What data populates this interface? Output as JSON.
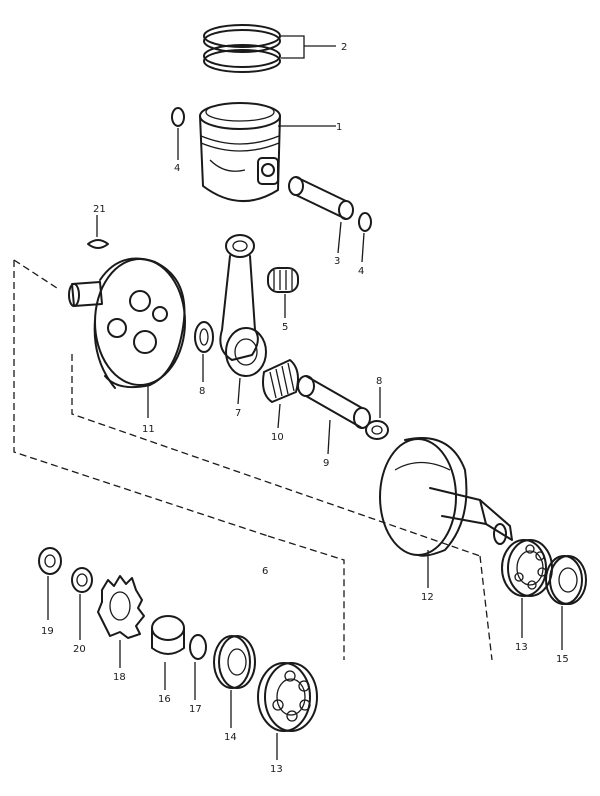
{
  "diagram": {
    "callouts": [
      {
        "id": "c1",
        "text": "1"
      },
      {
        "id": "c2",
        "text": "2"
      },
      {
        "id": "c3",
        "text": "3"
      },
      {
        "id": "c4a",
        "text": "4"
      },
      {
        "id": "c4b",
        "text": "4"
      },
      {
        "id": "c5",
        "text": "5"
      },
      {
        "id": "c6",
        "text": "6"
      },
      {
        "id": "c7",
        "text": "7"
      },
      {
        "id": "c8a",
        "text": "8"
      },
      {
        "id": "c8b",
        "text": "8"
      },
      {
        "id": "c9",
        "text": "9"
      },
      {
        "id": "c10",
        "text": "10"
      },
      {
        "id": "c11",
        "text": "11"
      },
      {
        "id": "c12",
        "text": "12"
      },
      {
        "id": "c13a",
        "text": "13"
      },
      {
        "id": "c13b",
        "text": "13"
      },
      {
        "id": "c14",
        "text": "14"
      },
      {
        "id": "c15",
        "text": "15"
      },
      {
        "id": "c16",
        "text": "16"
      },
      {
        "id": "c17",
        "text": "17"
      },
      {
        "id": "c18",
        "text": "18"
      },
      {
        "id": "c19",
        "text": "19"
      },
      {
        "id": "c20",
        "text": "20"
      },
      {
        "id": "c21",
        "text": "21"
      }
    ]
  }
}
